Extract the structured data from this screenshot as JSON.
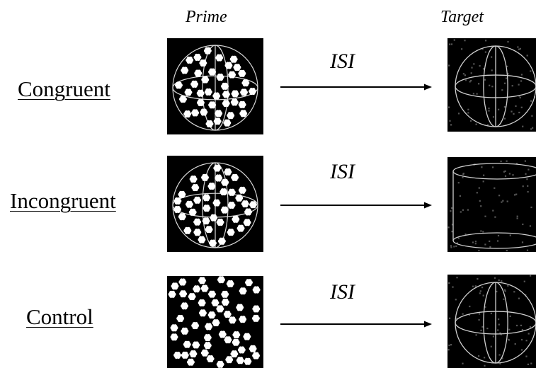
{
  "columns": {
    "prime": "Prime",
    "target": "Target"
  },
  "rows": [
    {
      "label": "Congruent",
      "interval": "ISI",
      "prime": "sphere-of-dots",
      "target": "sphere-outline"
    },
    {
      "label": "Incongruent",
      "interval": "ISI",
      "prime": "sphere-of-dots",
      "target": "cylinder-outline"
    },
    {
      "label": "Control",
      "interval": "ISI",
      "prime": "scattered-dots",
      "target": "sphere-outline"
    }
  ],
  "colors": {
    "panel_background": "#000000",
    "stimulus": "#ffffff",
    "arrow": "#000000"
  }
}
